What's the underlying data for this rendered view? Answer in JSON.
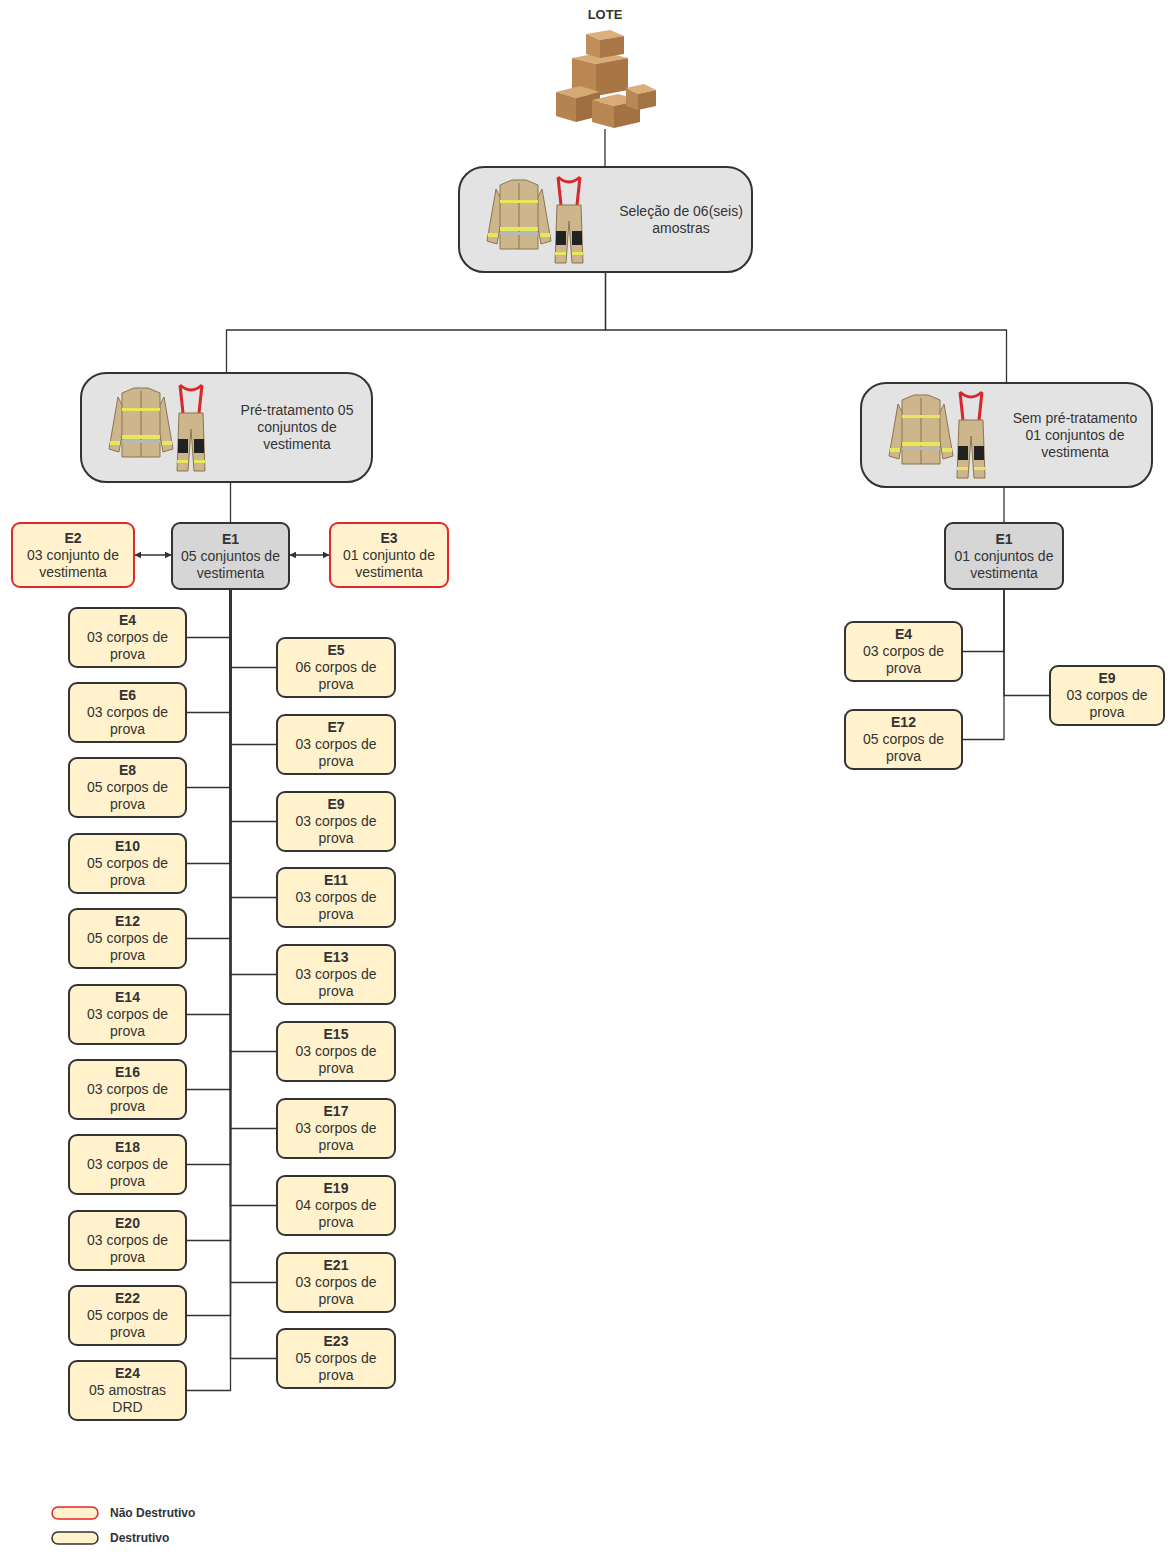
{
  "diagram": {
    "title": "LOTE",
    "nodes": [
      {
        "text": [
          "Seleção de 06(seis) amostras"
        ]
      },
      {
        "text": [
          "Pré-tratamento 05 conjuntos de vestimenta"
        ]
      },
      {
        "text": [
          "Sem pré-tratamento 01 conjuntos de vestimenta"
        ]
      },
      {
        "text": [
          "E2",
          "03 conjunto de vestimenta"
        ]
      },
      {
        "text": [
          "E1",
          "05 conjuntos de vestimenta"
        ]
      },
      {
        "text": [
          "E3",
          "01 conjunto de vestimenta"
        ]
      },
      {
        "text": [
          "E4",
          "03 corpos de prova"
        ]
      },
      {
        "text": [
          "E5",
          "06 corpos de prova"
        ]
      },
      {
        "text": [
          "E6",
          "03 corpos de prova"
        ]
      },
      {
        "text": [
          "E7",
          "03 corpos de prova"
        ]
      },
      {
        "text": [
          "E8",
          "05 corpos de prova"
        ]
      },
      {
        "text": [
          "E9",
          "03 corpos de prova"
        ]
      },
      {
        "text": [
          "E10",
          "05 corpos de prova"
        ]
      },
      {
        "text": [
          "E11",
          "03 corpos de prova"
        ]
      },
      {
        "text": [
          "E12",
          "05 corpos de prova"
        ]
      },
      {
        "text": [
          "E13",
          "03 corpos de prova"
        ]
      },
      {
        "text": [
          "E14",
          "03 corpos de prova"
        ]
      },
      {
        "text": [
          "E15",
          "03 corpos de prova"
        ]
      },
      {
        "text": [
          "E16",
          "03 corpos de prova"
        ]
      },
      {
        "text": [
          "E17",
          "03 corpos de prova"
        ]
      },
      {
        "text": [
          "E18",
          "03 corpos de prova"
        ]
      },
      {
        "text": [
          "E19",
          "04 corpos de prova"
        ]
      },
      {
        "text": [
          "E20",
          "03 corpos de prova"
        ]
      },
      {
        "text": [
          "E21",
          "03 corpos de prova"
        ]
      },
      {
        "text": [
          "E22",
          "05 corpos de prova"
        ]
      },
      {
        "text": [
          "E23",
          "05 corpos de prova"
        ]
      },
      {
        "text": [
          "E24",
          "05 amostras DRD"
        ]
      },
      {
        "text": [
          "E1",
          "01 conjuntos de vestimenta"
        ]
      },
      {
        "text": [
          "E4",
          "03 corpos de prova"
        ]
      },
      {
        "text": [
          "E9",
          "03 corpos de prova"
        ]
      },
      {
        "text": [
          "E12",
          "05 corpos de prova"
        ]
      }
    ],
    "edges": [
      {
        "from": 0,
        "to": 1,
        "arrow": "none"
      },
      {
        "from": 0,
        "to": 2,
        "arrow": "none"
      },
      {
        "from": 1,
        "to": 4,
        "arrow": "none"
      },
      {
        "from": 4,
        "to": 3,
        "arrow": "both"
      },
      {
        "from": 4,
        "to": 5,
        "arrow": "both"
      },
      {
        "from": 4,
        "to": 6,
        "arrow": "none"
      },
      {
        "from": 4,
        "to": 7,
        "arrow": "none"
      },
      {
        "from": 4,
        "to": 8,
        "arrow": "none"
      },
      {
        "from": 4,
        "to": 9,
        "arrow": "none"
      },
      {
        "from": 4,
        "to": 10,
        "arrow": "none"
      },
      {
        "from": 4,
        "to": 11,
        "arrow": "none"
      },
      {
        "from": 4,
        "to": 12,
        "arrow": "none"
      },
      {
        "from": 4,
        "to": 13,
        "arrow": "none"
      },
      {
        "from": 4,
        "to": 14,
        "arrow": "none"
      },
      {
        "from": 4,
        "to": 15,
        "arrow": "none"
      },
      {
        "from": 4,
        "to": 16,
        "arrow": "none"
      },
      {
        "from": 4,
        "to": 17,
        "arrow": "none"
      },
      {
        "from": 4,
        "to": 18,
        "arrow": "none"
      },
      {
        "from": 4,
        "to": 19,
        "arrow": "none"
      },
      {
        "from": 4,
        "to": 20,
        "arrow": "none"
      },
      {
        "from": 4,
        "to": 21,
        "arrow": "none"
      },
      {
        "from": 4,
        "to": 22,
        "arrow": "none"
      },
      {
        "from": 4,
        "to": 23,
        "arrow": "none"
      },
      {
        "from": 4,
        "to": 24,
        "arrow": "none"
      },
      {
        "from": 4,
        "to": 25,
        "arrow": "none"
      },
      {
        "from": 4,
        "to": 26,
        "arrow": "none"
      },
      {
        "from": 2,
        "to": 27,
        "arrow": "none"
      },
      {
        "from": 27,
        "to": 28,
        "arrow": "none"
      },
      {
        "from": 27,
        "to": 29,
        "arrow": "none"
      },
      {
        "from": 27,
        "to": 30,
        "arrow": "none"
      }
    ],
    "legend": [
      {
        "text": "Não Destrutivo"
      },
      {
        "text": "Destrutivo"
      }
    ]
  }
}
